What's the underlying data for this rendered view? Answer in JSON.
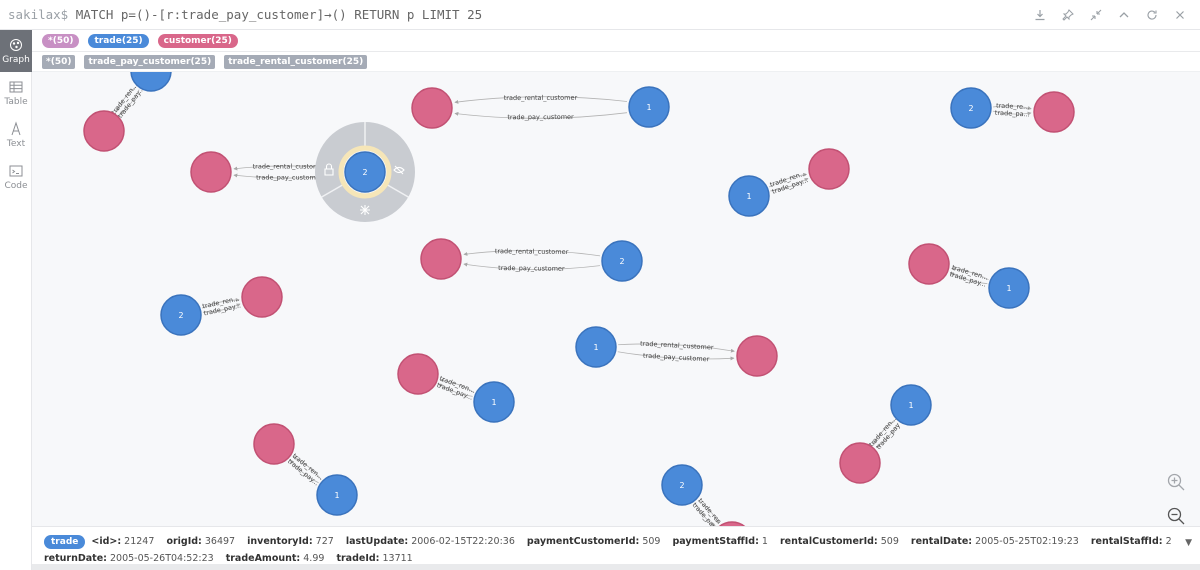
{
  "query": {
    "prompt": "sakilax$",
    "text": "MATCH p=()-[r:trade_pay_customer]→() RETURN p LIMIT 25"
  },
  "toolbar": [
    "download-icon",
    "pin-icon",
    "collapse-icon",
    "chevron-up-icon",
    "refresh-icon",
    "close-icon"
  ],
  "rail": {
    "graph": "Graph",
    "table": "Table",
    "text": "Text",
    "code": "Code"
  },
  "labels": {
    "all": "*(50)",
    "trade": "trade(25)",
    "customer": "customer(25)"
  },
  "rel_types": {
    "all": "*(50)",
    "pay": "trade_pay_customer(25)",
    "rental": "trade_rental_customer(25)"
  },
  "colors": {
    "trade": "#4a8ad9",
    "customer": "#d9678a",
    "ring": "#c9ccd1"
  },
  "graph": {
    "nodes": [
      {
        "id": "t-top-left",
        "type": "trade",
        "label": ""
      },
      {
        "id": "c-top-left",
        "type": "customer",
        "label": ""
      },
      {
        "id": "c1",
        "type": "customer",
        "label": ""
      },
      {
        "id": "t1",
        "type": "trade",
        "label": "1"
      },
      {
        "id": "t2",
        "type": "trade",
        "label": "2"
      },
      {
        "id": "c2",
        "type": "customer",
        "label": ""
      },
      {
        "id": "c3",
        "type": "customer",
        "label": ""
      },
      {
        "id": "tsel",
        "type": "trade",
        "label": "2"
      },
      {
        "id": "c4",
        "type": "customer",
        "label": ""
      },
      {
        "id": "t3",
        "type": "trade",
        "label": "1"
      },
      {
        "id": "c5",
        "type": "customer",
        "label": ""
      },
      {
        "id": "t4",
        "type": "trade",
        "label": "2"
      },
      {
        "id": "c6",
        "type": "customer",
        "label": ""
      },
      {
        "id": "t5",
        "type": "trade",
        "label": "1"
      },
      {
        "id": "t6",
        "type": "trade",
        "label": "2"
      },
      {
        "id": "c7",
        "type": "customer",
        "label": ""
      },
      {
        "id": "t7",
        "type": "trade",
        "label": "1"
      },
      {
        "id": "c8",
        "type": "customer",
        "label": ""
      },
      {
        "id": "c9",
        "type": "customer",
        "label": ""
      },
      {
        "id": "t8",
        "type": "trade",
        "label": "1"
      },
      {
        "id": "t9",
        "type": "trade",
        "label": "1"
      },
      {
        "id": "c10",
        "type": "customer",
        "label": ""
      },
      {
        "id": "c11",
        "type": "customer",
        "label": ""
      },
      {
        "id": "t10",
        "type": "trade",
        "label": "1"
      },
      {
        "id": "t11",
        "type": "trade",
        "label": "2"
      },
      {
        "id": "c12",
        "type": "customer",
        "label": ""
      }
    ],
    "rel_labels": {
      "pay": "trade_pay_customer",
      "rental": "trade_rental_customer",
      "pay_trunc": "trade_pay...",
      "rental_trunc": "trade_ren...",
      "pay_short": "trade_pay",
      "rental_short": "trade_ren",
      "rental_re": "trade_re...",
      "pay_pa": "trade_pa...",
      "pay_custome": "trade_pay_custome",
      "rental_custome": "trade_rental_custome",
      "pay_tl": "trade_pay..",
      "rental_tl": "trade_ren..."
    }
  },
  "details": {
    "label": "trade",
    "props": [
      {
        "k": "<id>:",
        "v": "21247"
      },
      {
        "k": "origId:",
        "v": "36497"
      },
      {
        "k": "inventoryId:",
        "v": "727"
      },
      {
        "k": "lastUpdate:",
        "v": "2006-02-15T22:20:36"
      },
      {
        "k": "paymentCustomerId:",
        "v": "509"
      },
      {
        "k": "paymentStaffId:",
        "v": "1"
      },
      {
        "k": "rentalCustomerId:",
        "v": "509"
      },
      {
        "k": "rentalDate:",
        "v": "2005-05-25T02:19:23"
      },
      {
        "k": "rentalStaffId:",
        "v": "2"
      },
      {
        "k": "returnDate:",
        "v": "2005-05-26T04:52:23"
      },
      {
        "k": "tradeAmount:",
        "v": "4.99"
      },
      {
        "k": "tradeId:",
        "v": "13711"
      }
    ]
  }
}
